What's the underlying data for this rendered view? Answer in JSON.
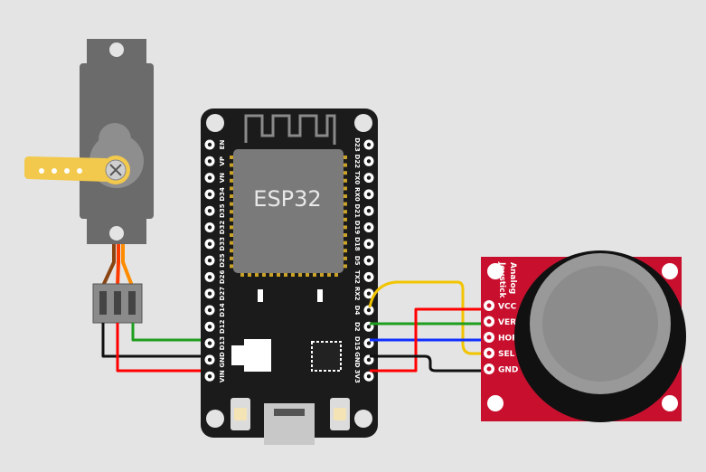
{
  "colors": {
    "background": "#e4e4e4",
    "board": "#1b1b1b",
    "chip_shield": "#7a7a7a",
    "joystick_pcb": "#c8102e",
    "servo_body": "#6b6b6b",
    "servo_horn": "#f2c94c",
    "wire_yellow": "#f2c400",
    "wire_green": "#1e9e1e",
    "wire_blue": "#1030ff",
    "wire_red": "#ff0000",
    "wire_black": "#111111",
    "servo_wire_brown": "#8b4513",
    "servo_wire_red": "#ff3b00",
    "servo_wire_orange": "#ff8c00"
  },
  "esp32": {
    "chip_label": "ESP32",
    "left_pins": [
      "EN",
      "VP",
      "VN",
      "D34",
      "D35",
      "D32",
      "D33",
      "D25",
      "D26",
      "D27",
      "D14",
      "D12",
      "D13",
      "GND",
      "VIN"
    ],
    "right_pins": [
      "D23",
      "D22",
      "TX0",
      "RX0",
      "D21",
      "D19",
      "D18",
      "D5",
      "TX2",
      "RX2",
      "D4",
      "D2",
      "D15",
      "GND",
      "3V3"
    ]
  },
  "joystick": {
    "title_line1": "Analog",
    "title_line2": "Joystick",
    "pins": [
      "VCC",
      "VERT",
      "HORZ",
      "SEL",
      "GND"
    ]
  },
  "servo": {
    "icon": "servo-motor-icon"
  }
}
